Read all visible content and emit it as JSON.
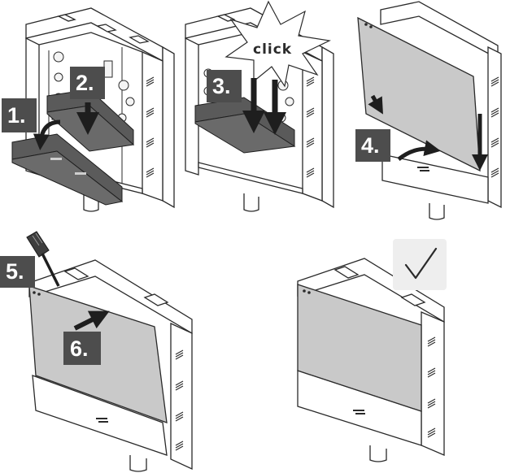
{
  "steps": [
    {
      "number": "1."
    },
    {
      "number": "2."
    },
    {
      "number": "3."
    },
    {
      "number": "4."
    },
    {
      "number": "5."
    },
    {
      "number": "6."
    }
  ],
  "callout": {
    "text": "click"
  },
  "completion": {
    "icon": "checkmark-icon"
  },
  "colors": {
    "label_bg": "#4d4d4d",
    "label_text": "#ffffff",
    "line": "#2a2a2a",
    "cover_gray": "#c9c9c9",
    "part_dark": "#555555",
    "check_bg": "#eeeeee"
  }
}
